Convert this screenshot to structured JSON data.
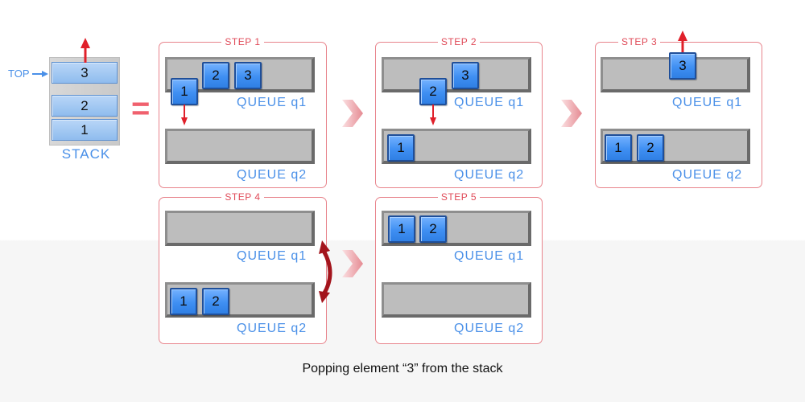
{
  "stack": {
    "top_label": "TOP",
    "label": "STACK",
    "elements": [
      "3",
      "2",
      "1"
    ]
  },
  "equals": "=",
  "steps": {
    "s1": {
      "title": "STEP 1",
      "q1": "QUEUE q1",
      "q2": "QUEUE q2",
      "q1_items": [
        "1",
        "2",
        "3"
      ],
      "q2_items": []
    },
    "s2": {
      "title": "STEP 2",
      "q1": "QUEUE q1",
      "q2": "QUEUE q2",
      "q1_items": [
        "2",
        "3"
      ],
      "q2_items": [
        "1"
      ]
    },
    "s3": {
      "title": "STEP 3",
      "q1": "QUEUE q1",
      "q2": "QUEUE q2",
      "q1_items": [
        "3"
      ],
      "q2_items": [
        "1",
        "2"
      ]
    },
    "s4": {
      "title": "STEP 4",
      "q1": "QUEUE q1",
      "q2": "QUEUE q2",
      "q1_items": [],
      "q2_items": [
        "1",
        "2"
      ]
    },
    "s5": {
      "title": "STEP 5",
      "q1": "QUEUE q1",
      "q2": "QUEUE q2",
      "q1_items": [
        "1",
        "2"
      ],
      "q2_items": []
    }
  },
  "caption": "Popping element “3” from the stack",
  "colors": {
    "panel_border": "#e8848c",
    "step_title": "#e04a58",
    "label_blue": "#4a90e8",
    "arrow_red": "#e0202a",
    "swap_arrow": "#a3141c"
  }
}
